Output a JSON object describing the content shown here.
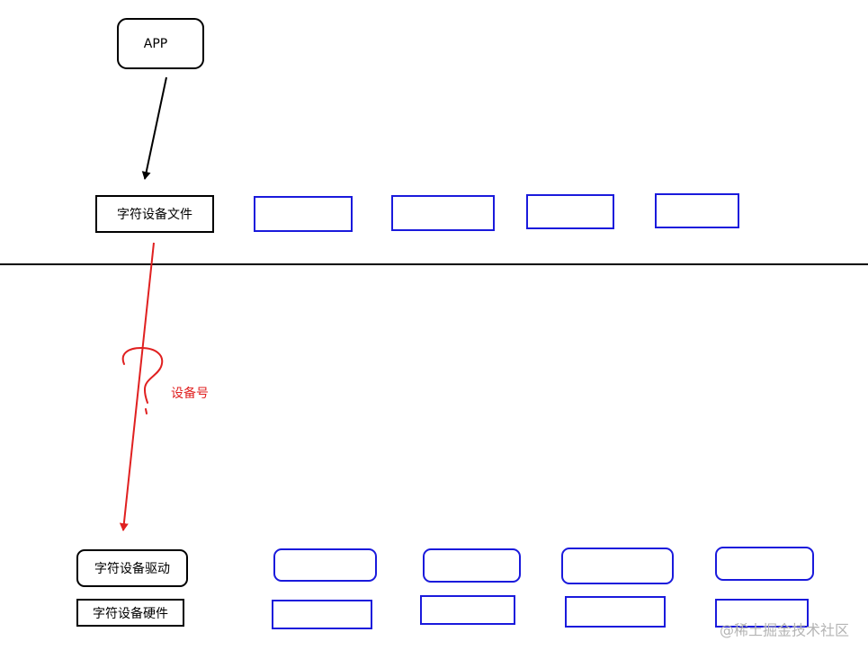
{
  "nodes": {
    "app": "APP",
    "char_device_file": "字符设备文件",
    "char_device_driver": "字符设备驱动",
    "char_device_hardware": "字符设备硬件"
  },
  "annotation": {
    "device_number": "设备号"
  },
  "watermark": "@稀土掘金技术社区",
  "colors": {
    "node_border": "#000000",
    "placeholder_border": "#1a1adc",
    "annotation": "#e02020",
    "divider": "#000000",
    "watermark": "#b4b4b4"
  }
}
